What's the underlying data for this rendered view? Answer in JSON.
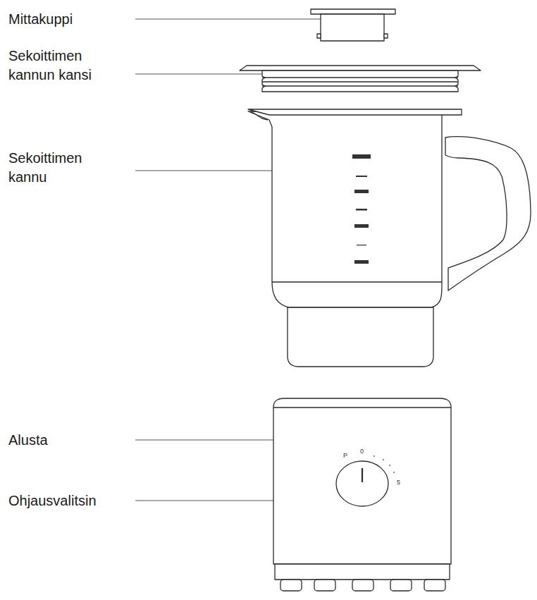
{
  "diagram": {
    "labels": [
      "Mittakuppi",
      "Sekoittimen kannun kansi",
      "Sekoittimen kannu",
      "Alusta",
      "Ohjausvalitsin",
      "P",
      "0",
      "5"
    ]
  }
}
